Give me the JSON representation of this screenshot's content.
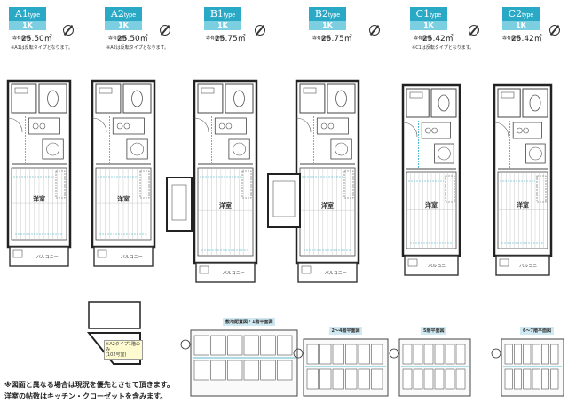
{
  "units": [
    {
      "name": "A1",
      "type": "type",
      "layout": "1K",
      "area_label": "専有面積",
      "area": "25.50㎡",
      "note": "※A1は反転タイプとなります。",
      "room_label": "洋室",
      "balcony": "バルコニー"
    },
    {
      "name": "A2",
      "type": "type",
      "layout": "1K",
      "area_label": "専有面積",
      "area": "25.50㎡",
      "note": "※A2は反転タイプとなります。",
      "room_label": "洋室",
      "balcony": "バルコニー"
    },
    {
      "name": "B1",
      "type": "type",
      "layout": "1K",
      "area_label": "専有面積",
      "area": "25.75㎡",
      "note": "",
      "room_label": "洋室",
      "balcony": "バルコニー"
    },
    {
      "name": "B2",
      "type": "type",
      "layout": "1K",
      "area_label": "専有面積",
      "area": "25.75㎡",
      "note": "",
      "room_label": "洋室",
      "balcony": "バルコニー"
    },
    {
      "name": "C1",
      "type": "type",
      "layout": "1K",
      "area_label": "専有面積",
      "area": "25.42㎡",
      "note": "※C1は反転タイプとなります。",
      "room_label": "洋室",
      "balcony": "バルコニー"
    },
    {
      "name": "C2",
      "type": "type",
      "layout": "1K",
      "area_label": "専有面積",
      "area": "25.42㎡",
      "note": "",
      "room_label": "洋室",
      "balcony": "バルコニー"
    }
  ],
  "a2_tag": "※A2タイプ1階のみ\n(102号室)",
  "floor_plans": [
    {
      "label": "敷地配置図・1階平面図"
    },
    {
      "label": "2～4階平面図"
    },
    {
      "label": "5階平面図"
    },
    {
      "label": "6～7階平面図"
    }
  ],
  "footer": {
    "line1": "※図面と異なる場合は現況を優先とさせて頂きます。",
    "line2": "洋室の帖数はキッチン・クローゼットを含みます。"
  },
  "colors": {
    "badge": "#2aa9c6",
    "badge_light": "#7ccfe0",
    "accent_line": "#2aa9c6"
  }
}
